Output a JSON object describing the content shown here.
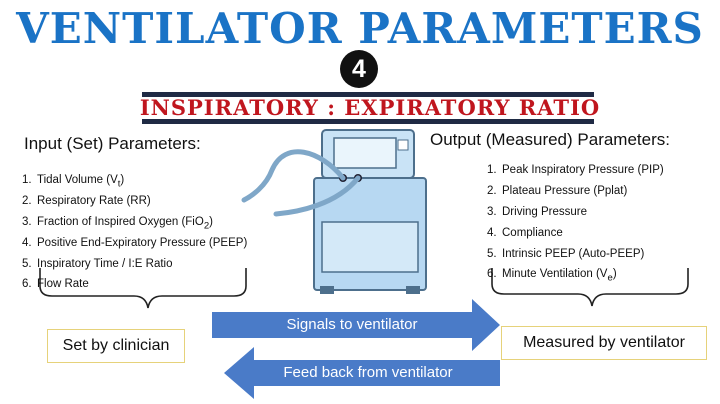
{
  "title": "VENTILATOR PARAMETERS",
  "badge_number": "4",
  "subtitle": "INSPIRATORY : EXPIRATORY RATIO",
  "input_section": {
    "heading": "Input (Set) Parameters:",
    "items": [
      {
        "num": "1.",
        "text": "Tidal Volume (V",
        "sub": "t",
        "after": ")"
      },
      {
        "num": "2.",
        "text": "Respiratory Rate (RR)",
        "sub": "",
        "after": ""
      },
      {
        "num": "3.",
        "text": "Fraction of Inspired Oxygen (FiO",
        "sub": "2",
        "after": ")"
      },
      {
        "num": "4.",
        "text": "Positive End-Expiratory Pressure (PEEP)",
        "sub": "",
        "after": ""
      },
      {
        "num": "5.",
        "text": "Inspiratory Time / I:E Ratio",
        "sub": "",
        "after": ""
      },
      {
        "num": "6.",
        "text": "Flow Rate",
        "sub": "",
        "after": ""
      }
    ],
    "footer_label": "Set by clinician"
  },
  "output_section": {
    "heading": "Output (Measured) Parameters:",
    "items": [
      {
        "num": "1.",
        "text": "Peak Inspiratory Pressure (PIP)",
        "sub": "",
        "after": ""
      },
      {
        "num": "2.",
        "text": "Plateau Pressure (Pplat)",
        "sub": "",
        "after": ""
      },
      {
        "num": "3.",
        "text": "Driving Pressure",
        "sub": "",
        "after": ""
      },
      {
        "num": "4.",
        "text": "Compliance",
        "sub": "",
        "after": ""
      },
      {
        "num": "5.",
        "text": "Intrinsic PEEP (Auto-PEEP)",
        "sub": "",
        "after": ""
      },
      {
        "num": "6.",
        "text": "Minute Ventilation (V",
        "sub": "e",
        "after": ")"
      }
    ],
    "footer_label": "Measured by ventilator"
  },
  "arrows": {
    "forward_label": "Signals to ventilator",
    "backward_label": "Feed back from ventilator"
  },
  "colors": {
    "title": "#1a73c6",
    "subtitle": "#c0161e",
    "arrow": "#4a7bc8",
    "machine_body": "#b7d8f2",
    "box_border": "#e6d27a"
  },
  "icons": [
    "ventilator-machine-icon",
    "breathing-tube-icon",
    "left-curly-brace-icon",
    "right-curly-brace-icon"
  ]
}
